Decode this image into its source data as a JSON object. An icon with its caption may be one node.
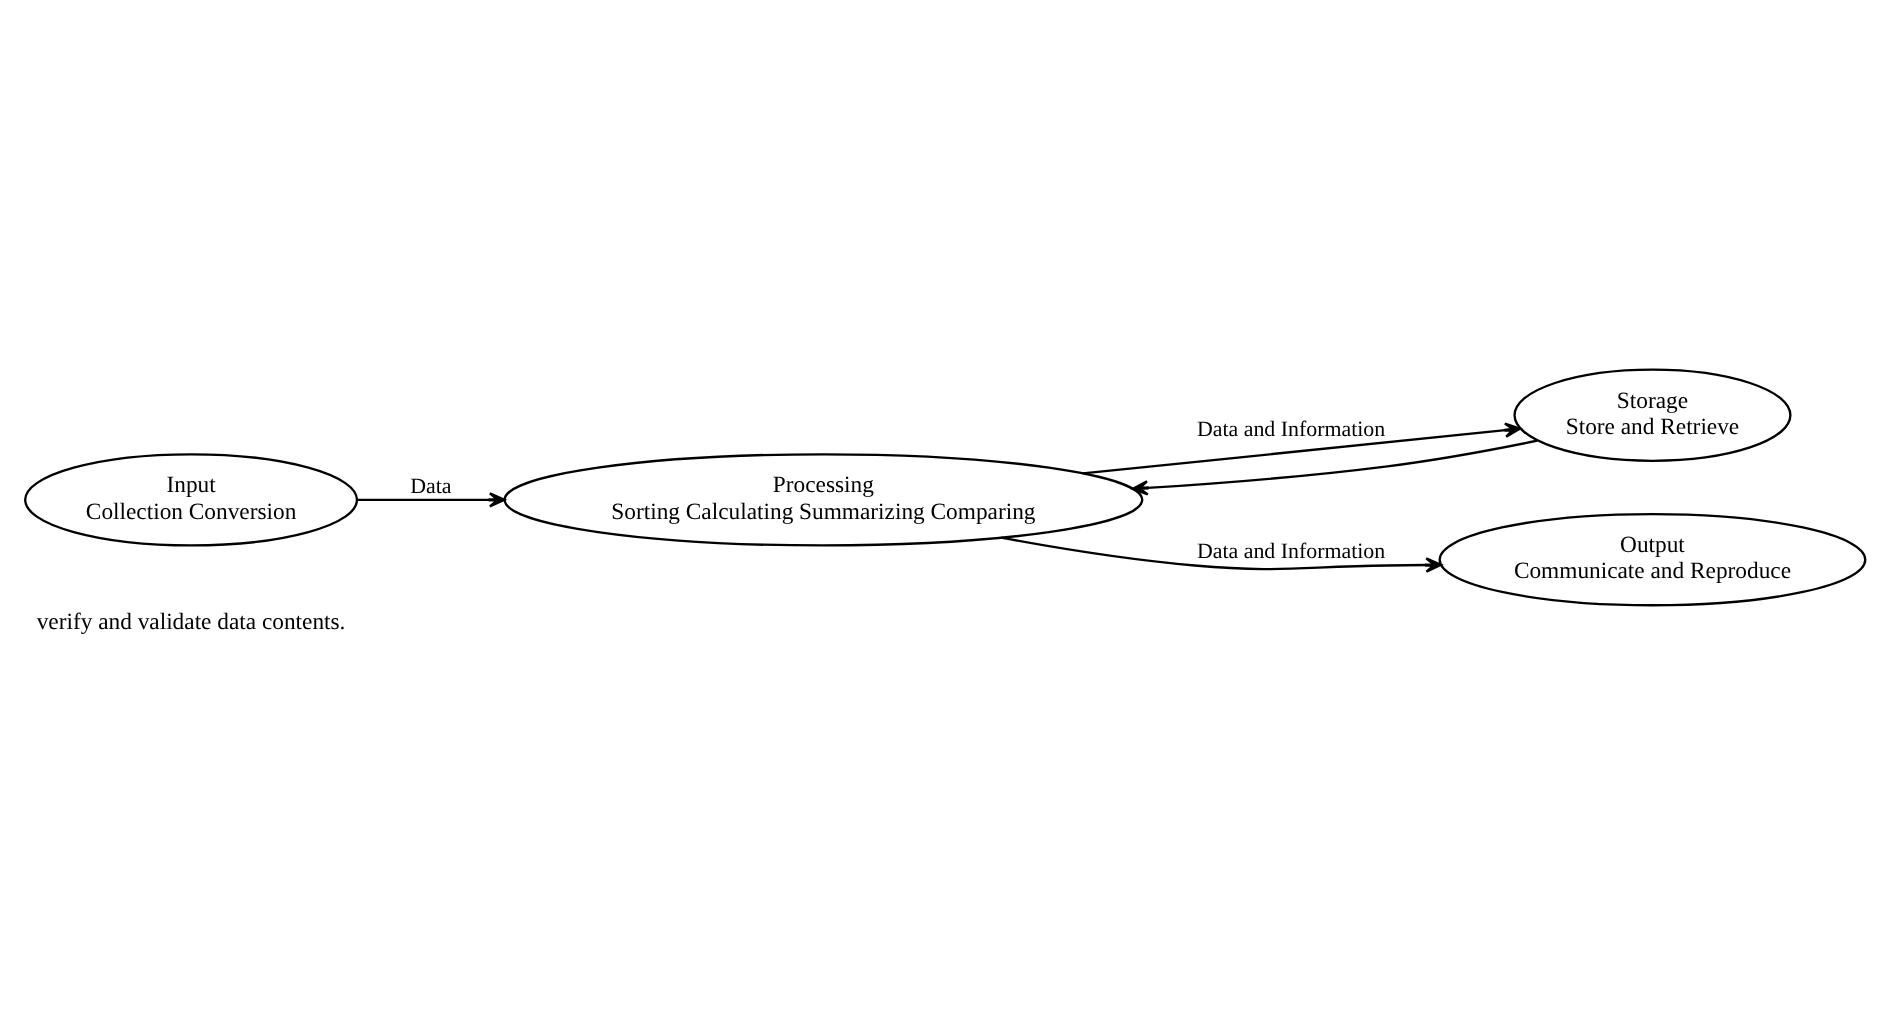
{
  "diagram": {
    "nodes": [
      {
        "text": [
          "Output",
          "Communicate and Reproduce"
        ]
      },
      {
        "text": [
          "Storage",
          "Store and Retrieve"
        ]
      },
      {
        "text": [
          "Processing",
          "Sorting Calculating Summarizing Comparing"
        ]
      },
      {
        "text": [
          "Input",
          "Collection Conversion"
        ]
      }
    ],
    "edges": [
      {
        "from": 2,
        "to": 1,
        "arrow": "to",
        "label": "Data and Information"
      },
      {
        "from": 1,
        "to": 2,
        "arrow": "to"
      },
      {
        "from": 3,
        "to": 2,
        "arrow": "to",
        "label": "Data"
      },
      {
        "from": 2,
        "to": 0,
        "arrow": "to",
        "label": "Data and Information"
      }
    ],
    "labels": [
      "verify and validate data contents."
    ]
  }
}
